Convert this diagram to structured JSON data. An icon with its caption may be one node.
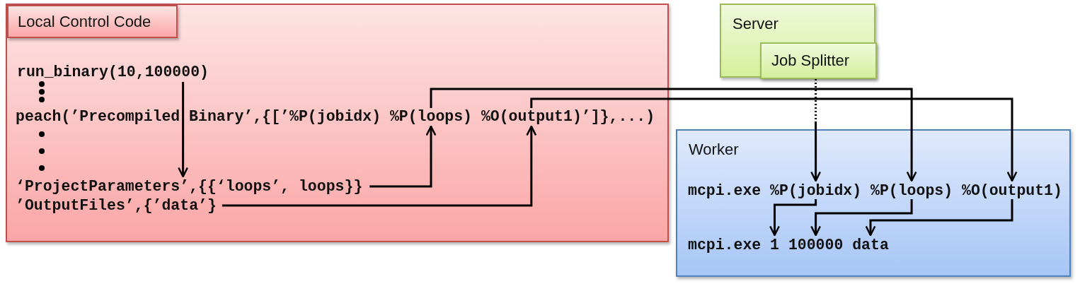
{
  "diagram": {
    "nodes": [
      {
        "text": [],
        "shape": "box"
      },
      {
        "text": [
          "Local Control Code"
        ],
        "in": 0
      },
      {
        "text": [
          "run_binary(10,100000)"
        ],
        "in": 0
      },
      {
        "text": [
          "peach(’Precompiled"
        ],
        "in": 0
      },
      {
        "text": [
          "Binary’,{[’%P(jobidx)"
        ],
        "in": 0
      },
      {
        "text": [
          "%P(loops)"
        ],
        "in": 0
      },
      {
        "text": [
          "%O(output1)’]},...)"
        ],
        "in": 0
      },
      {
        "text": [
          "‘ProjectParameters’,{{‘loops’, loops}}"
        ],
        "in": 0
      },
      {
        "text": [
          "’OutputFiles’,{’data’}"
        ],
        "in": 0
      },
      {
        "text": [
          "Server"
        ]
      },
      {
        "text": [
          "Job Splitter"
        ],
        "in": 9
      },
      {
        "text": [
          "Worker"
        ]
      },
      {
        "text": [
          "mcpi.exe"
        ],
        "in": 11
      },
      {
        "text": [
          "%P(jobidx)"
        ],
        "in": 11
      },
      {
        "text": [
          "%P(loops)"
        ],
        "in": 11
      },
      {
        "text": [
          "%O(output1)"
        ],
        "in": 11
      },
      {
        "text": [
          "mcpi.exe"
        ],
        "in": 11
      },
      {
        "text": [
          "1"
        ],
        "in": 11
      },
      {
        "text": [
          "100000"
        ],
        "in": 11
      },
      {
        "text": [
          "data"
        ],
        "in": 11
      }
    ],
    "edges": [
      {
        "from": 2,
        "to": 7,
        "arrow": "to"
      },
      {
        "from": 7,
        "to": 5,
        "arrow": "to"
      },
      {
        "from": 8,
        "to": 6,
        "arrow": "to"
      },
      {
        "from": 5,
        "to": 14,
        "arrow": "to"
      },
      {
        "from": 6,
        "to": 15,
        "arrow": "to"
      },
      {
        "from": 10,
        "to": 13,
        "arrow": "to",
        "style": "dashed"
      },
      {
        "from": 13,
        "to": 17,
        "arrow": "to"
      },
      {
        "from": 14,
        "to": 18,
        "arrow": "to"
      },
      {
        "from": 15,
        "to": 19,
        "arrow": "to"
      }
    ]
  }
}
